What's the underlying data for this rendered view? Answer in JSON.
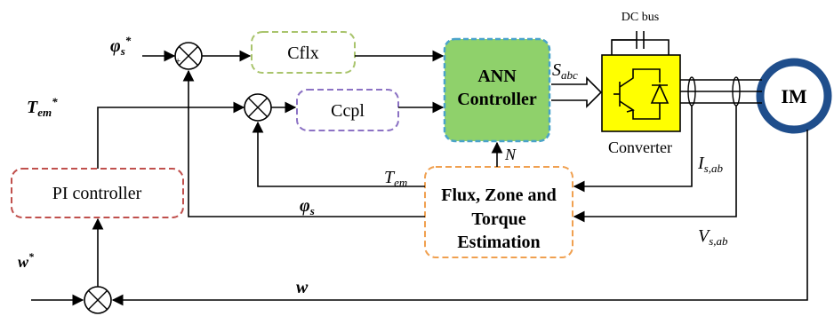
{
  "blocks": {
    "cflx": "Cflx",
    "ccpl": "Ccpl",
    "ann_line1": "ANN",
    "ann_line2": "Controller",
    "pi": "PI controller",
    "est_line1": "Flux, Zone and",
    "est_line2": "Torque",
    "est_line3": "Estimation",
    "converter": "Converter",
    "dc_bus": "DC bus",
    "motor": "IM"
  },
  "signals": {
    "phi_ref": "φs*",
    "tem_ref": "Tem*",
    "sabc": "Sabc",
    "n": "N",
    "tem": "Tem",
    "phi_s": "φs",
    "is_ab": "Is,ab",
    "vs_ab": "Vs,ab",
    "w_ref": "w*",
    "w": "w"
  },
  "colors": {
    "cflx_border": "#a9c46c",
    "ccpl_border": "#8c72c4",
    "ann_fill": "#8fd16b",
    "ann_border": "#4aa3c9",
    "pi_border": "#c0504d",
    "est_border": "#f0a050",
    "converter_fill": "#ffff00",
    "motor_ring": "#1f4e8c"
  },
  "icons": {
    "summing_junction": "circle-cross-icon",
    "switch": "igbt-diode-icon"
  }
}
